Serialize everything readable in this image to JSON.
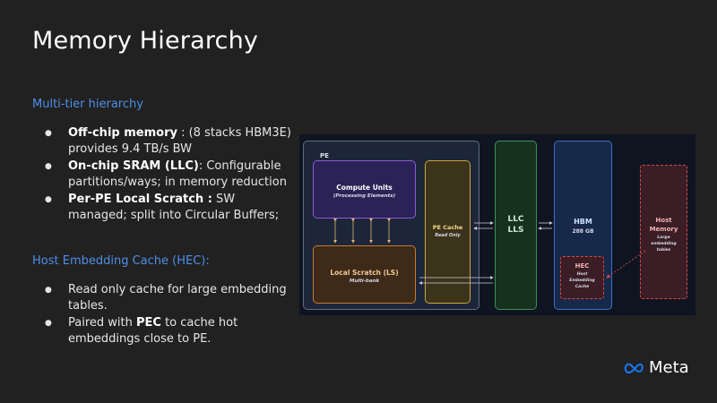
{
  "slide": {
    "title": "Memory Hierarchy"
  },
  "section1": {
    "heading": "Multi-tier hierarchy",
    "bullets": [
      {
        "bold": "Off-chip memory",
        "text": " : (8 stacks HBM3E) provides 9.4 TB/s BW"
      },
      {
        "bold": "On-chip SRAM (LLC)",
        "text": ":  Configurable partitions/ways; in memory reduction"
      },
      {
        "bold": "Per-PE Local Scratch :",
        "text": " SW managed; split into Circular Buffers;"
      }
    ]
  },
  "section2": {
    "heading": "Host Embedding Cache (HEC):",
    "bullets": [
      {
        "pre": "Read only cache for large embedding tables.",
        "bold": "",
        "text": ""
      },
      {
        "pre": "Paired with ",
        "bold": "PEC",
        "text": " to cache hot embeddings close to PE."
      }
    ]
  },
  "diagram": {
    "pe": "PE",
    "compute_units": "Compute Units",
    "compute_units_sub": "(Processing Elements)",
    "local_scratch": "Local Scratch (LS)",
    "local_scratch_sub": "Multi-bank",
    "pe_cache": "PE Cache",
    "pe_cache_sub": "Read Only",
    "llc_line1": "LLC",
    "llc_line2": "LLS",
    "hbm": "HBM",
    "hbm_sub": "288 GB",
    "hec": "HEC",
    "hec_sub1": "Host",
    "hec_sub2": "Embedding",
    "hec_sub3": "Cache",
    "host_line1": "Host",
    "host_line2": "Memory",
    "host_sub1": "Large",
    "host_sub2": "embedding",
    "host_sub3": "tables"
  },
  "brand": {
    "logo": "meta-logo-icon",
    "name": "Meta"
  },
  "colors": {
    "background": "#212121",
    "accent": "#4d8fe8"
  }
}
